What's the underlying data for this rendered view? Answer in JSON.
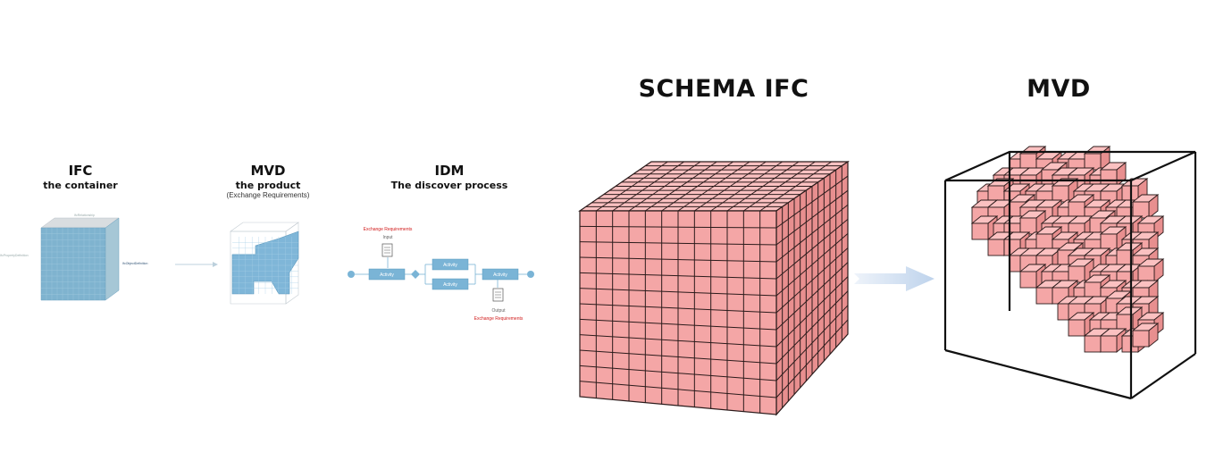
{
  "left_panel": {
    "ifc": {
      "title": "IFC",
      "subtitle": "the container",
      "label_top": "IfcRelationship",
      "label_left": "IfcPropertyDefinition",
      "label_right": "IfcObjectDefinition"
    },
    "mvd": {
      "title": "MVD",
      "subtitle": "the product",
      "note": "(Exchange Requirements)"
    },
    "idm": {
      "title": "IDM",
      "subtitle": "The discover process",
      "input_req": "Exchange Requirements",
      "input_label": "Input",
      "activity": "Activity",
      "output_label": "Output",
      "output_req": "Exchange Requirements"
    }
  },
  "right_panel": {
    "schema_title": "SCHEMA IFC",
    "mvd_title": "MVD"
  },
  "colors": {
    "cube_front": "#f4a6a6",
    "cube_top": "#fbc1c1",
    "cube_side": "#e88f8f",
    "grid_line": "#2b1b1b",
    "arrow": "#c9daf0",
    "blue_box": "#7ab4d6",
    "red_text": "#d11a1a"
  }
}
